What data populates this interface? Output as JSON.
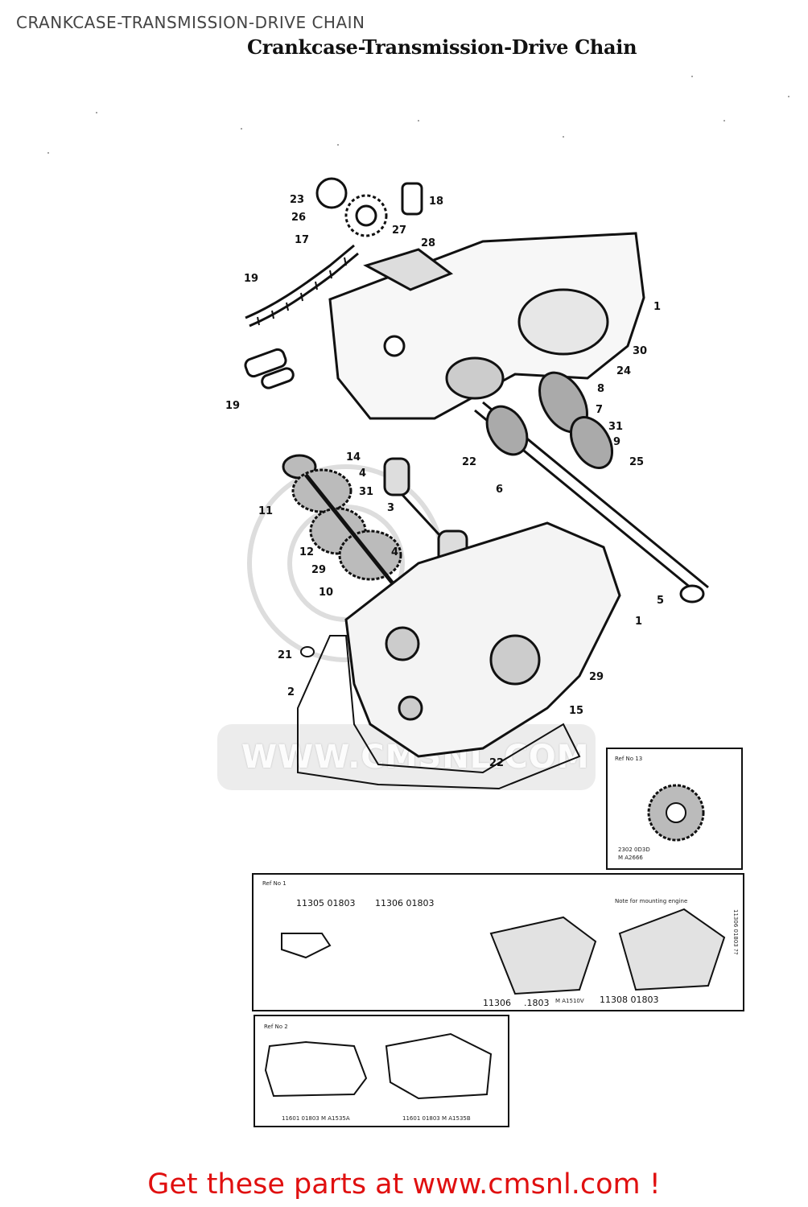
{
  "page": {
    "header": "CRANKCASE-TRANSMISSION-DRIVE CHAIN",
    "scan_title": "Crankcase-Transmission-Drive Chain",
    "watermark": "WWW.CMSNL.COM",
    "footer_cta": "Get these parts at www.cmsnl.com !"
  },
  "callouts": [
    "23",
    "26",
    "17",
    "18",
    "27",
    "28",
    "19",
    "1",
    "30",
    "24",
    "8",
    "19",
    "7",
    "31",
    "9",
    "22",
    "25",
    "6",
    "14",
    "4",
    "31",
    "3",
    "11",
    "4",
    "12",
    "29",
    "10",
    "5",
    "1",
    "21",
    "2",
    "29",
    "15",
    "22"
  ],
  "inset_ref13": {
    "title": "Ref No 13",
    "code_line1": "2302 0D3D",
    "code_line2": "M A2666"
  },
  "inset_ref1": {
    "title": "Ref No 1",
    "part_a": "11305 01803",
    "part_b": "11306 01803",
    "note_right": "Note for mounting engine",
    "vertical_code": "11306 01803 ??",
    "bottom_left_part": "11306",
    "bottom_left_code": ".1803",
    "bottom_left_serial": "M A1510V",
    "bottom_right_part": "11308 01803"
  },
  "inset_ref2": {
    "title": "Ref No 2",
    "left_part": "11601 01803 M A1535A",
    "right_part": "11601 01803 M A1535B"
  },
  "colors": {
    "cta": "#e01010",
    "ink": "#111111",
    "header": "#444444"
  }
}
